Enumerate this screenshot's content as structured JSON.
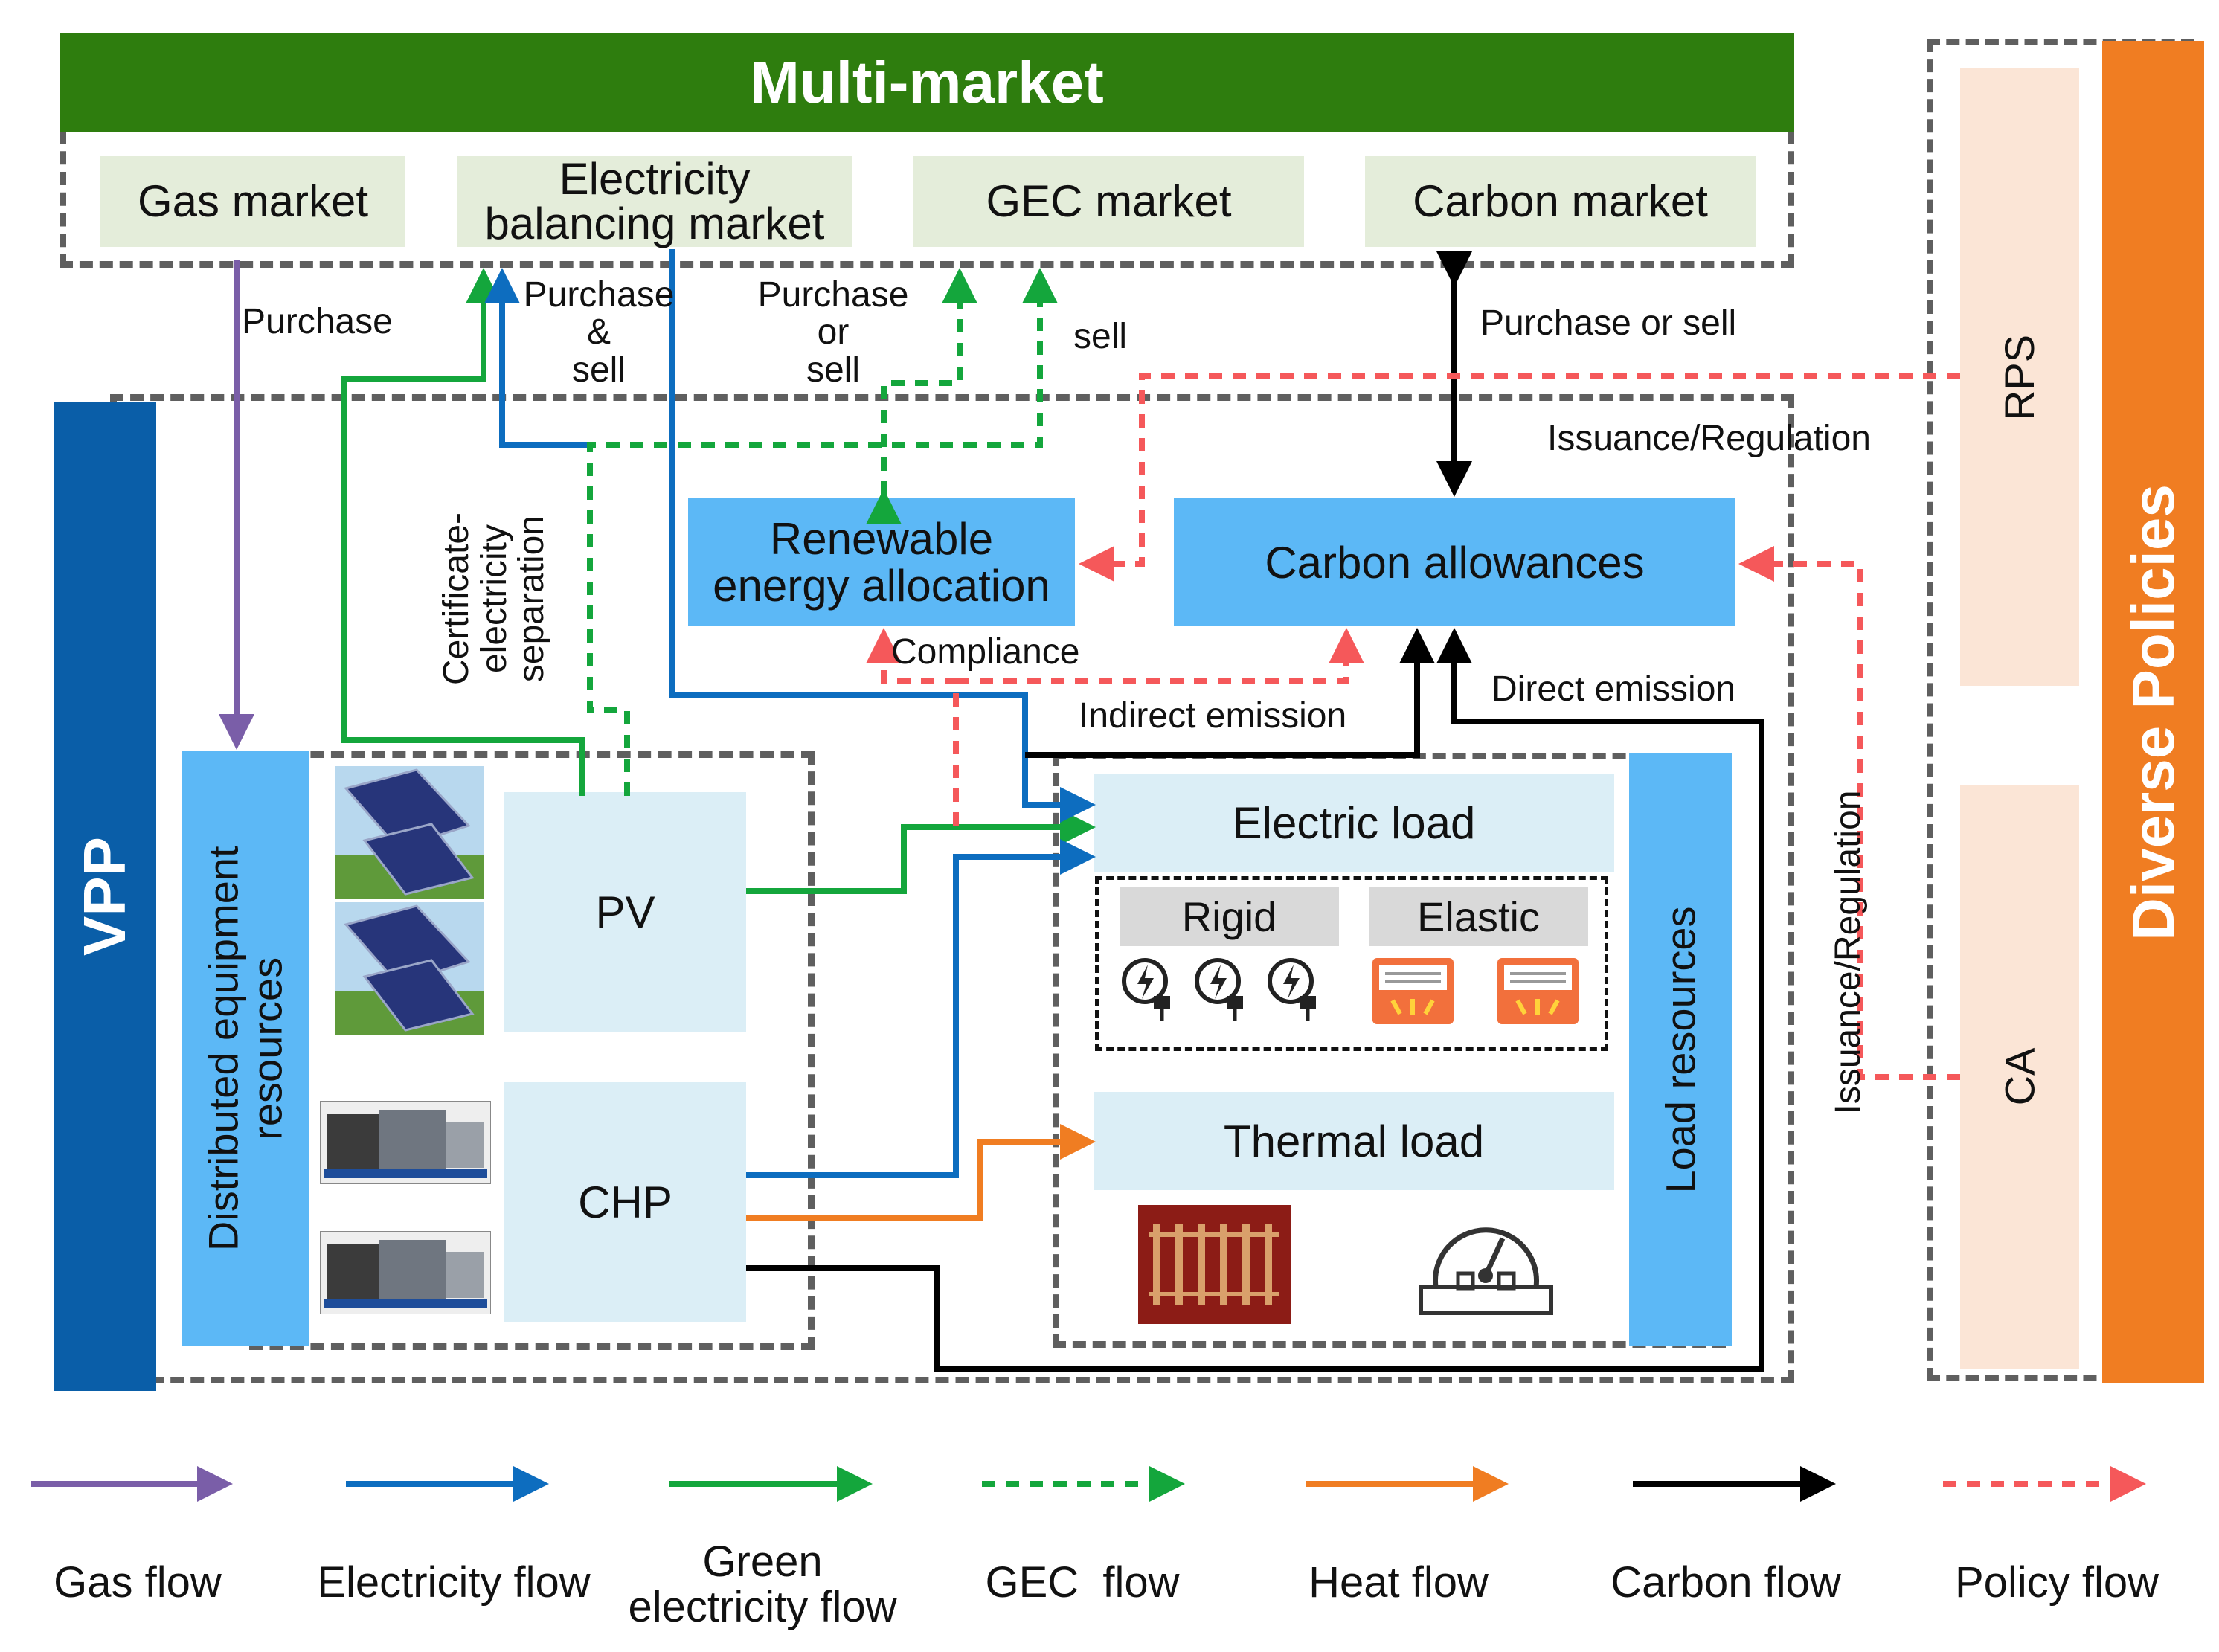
{
  "header": {
    "title": "Multi-market",
    "color": "#2e7d0e"
  },
  "markets": {
    "gas": "Gas market",
    "electricity_l1": "Electricity",
    "electricity_l2": "balancing market",
    "gec": "GEC market",
    "carbon": "Carbon market"
  },
  "flow_labels": {
    "gas_purchase": "Purchase",
    "elec_l1": "Purchase",
    "elec_l2": "&",
    "elec_l3": "sell",
    "gec_l1": "Purchase",
    "gec_l2": "or",
    "gec_l3": "sell",
    "gec_sell": "sell",
    "carbon_trade": "Purchase or sell",
    "issuance_top": "Issuance/Regulation",
    "issuance_side": "Issuance/Regulation",
    "cert_l1": "Certificate-",
    "cert_l2": "electricity",
    "cert_l3": "separation",
    "compliance": "Compliance",
    "indirect_emission": "Indirect emission",
    "direct_emission": "Direct emission"
  },
  "vpp": {
    "label": "VPP",
    "color": "#0a5ea8"
  },
  "policies": {
    "label": "Diverse Policies",
    "rps": "RPS",
    "ca": "CA",
    "color": "#f07d22"
  },
  "boxes": {
    "renewable_l1": "Renewable",
    "renewable_l2": "energy allocation",
    "carbon_allowances": "Carbon allowances",
    "distributed_l1": "Distributed equipment",
    "distributed_l2": "resources",
    "pv": "PV",
    "chp": "CHP",
    "electric_load": "Electric load",
    "rigid": "Rigid",
    "elastic": "Elastic",
    "thermal_load": "Thermal load",
    "load_resources": "Load resources"
  },
  "legend": [
    {
      "label": "Gas flow",
      "color": "#7a5ea8",
      "style": "solid"
    },
    {
      "label": "Electricity flow",
      "color": "#0d6dbf",
      "style": "solid"
    },
    {
      "label_l1": "Green",
      "label_l2": "electricity flow",
      "color": "#14a63c",
      "style": "solid"
    },
    {
      "label": "GEC  flow",
      "color": "#14a63c",
      "style": "dashed"
    },
    {
      "label": "Heat flow",
      "color": "#f07d22",
      "style": "solid"
    },
    {
      "label": "Carbon flow",
      "color": "#000000",
      "style": "solid"
    },
    {
      "label": "Policy flow",
      "color": "#f5585a",
      "style": "dashed"
    }
  ]
}
